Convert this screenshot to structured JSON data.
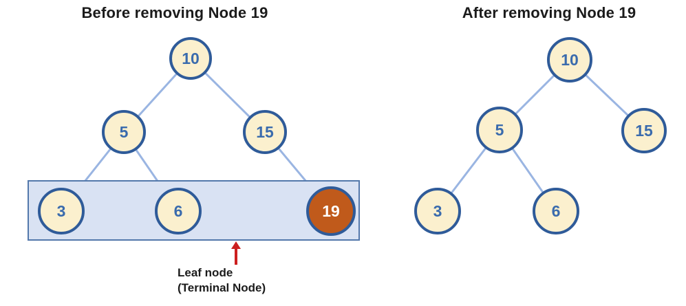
{
  "theme": {
    "node_fill": "#FBF0CE",
    "node_border": "#2F5B99",
    "node_text": "#3A6BAD",
    "removed_fill": "#C05A1B",
    "removed_text": "#FFFFFF",
    "edge_color": "#9AB5E2",
    "band_fill": "#D9E2F3",
    "band_border": "#5378AB",
    "arrow_color": "#CC1F1F",
    "title_color": "#1B1B1B"
  },
  "before": {
    "title": "Before removing Node 19",
    "nodes": [
      {
        "value": "10"
      },
      {
        "value": "5"
      },
      {
        "value": "15"
      },
      {
        "value": "3"
      },
      {
        "value": "6"
      },
      {
        "value": "19",
        "state": "removed-leaf"
      }
    ],
    "annotation": {
      "line1": "Leaf node",
      "line2": "(Terminal Node)"
    }
  },
  "after": {
    "title": "After removing Node 19",
    "nodes": [
      {
        "value": "10"
      },
      {
        "value": "5"
      },
      {
        "value": "15"
      },
      {
        "value": "3"
      },
      {
        "value": "6"
      }
    ]
  }
}
